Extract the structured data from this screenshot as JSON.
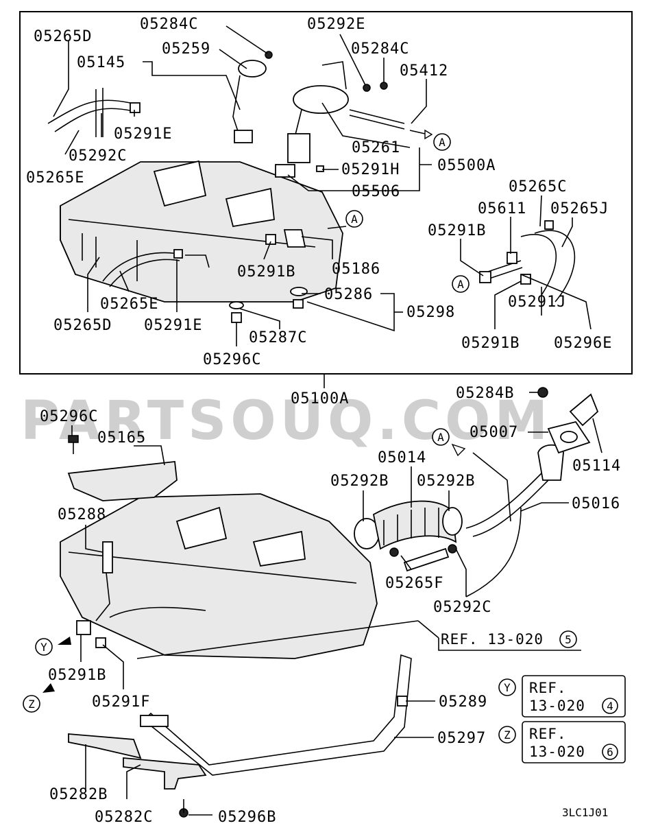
{
  "watermark": "PARTSOUQ.COM",
  "diagram_code": "3LC1J01",
  "assembly_label": "05100A",
  "labels": {
    "l05265D_a": "05265D",
    "l05145": "05145",
    "l05259": "05259",
    "l05284C_a": "05284C",
    "l05292E": "05292E",
    "l05284C_b": "05284C",
    "l05412": "05412",
    "l05291E_a": "05291E",
    "l05292C_a": "05292C",
    "l05265E_a": "05265E",
    "l05261": "05261",
    "l05291H": "05291H",
    "l05500A": "05500A",
    "l05506": "05506",
    "l05265C": "05265C",
    "l05611": "05611",
    "l05265J": "05265J",
    "l05291B_a": "05291B",
    "l05291B_b": "05291B",
    "l05186": "05186",
    "l05265E_b": "05265E",
    "l05286": "05286",
    "l05298": "05298",
    "l05265D_b": "05265D",
    "l05291E_b": "05291E",
    "l05287C": "05287C",
    "l05296C_a": "05296C",
    "l05291J": "05291J",
    "l05291B_c": "05291B",
    "l05296E": "05296E",
    "l05284B": "05284B",
    "l05296C_b": "05296C",
    "l05165": "05165",
    "l05007": "05007",
    "l05114": "05114",
    "l05014": "05014",
    "l05292B_a": "05292B",
    "l05292B_b": "05292B",
    "l05016": "05016",
    "l05288": "05288",
    "l05265F": "05265F",
    "l05292C_b": "05292C",
    "l05291B_d": "05291B",
    "l05291F": "05291F",
    "l05289": "05289",
    "l05297": "05297",
    "l05282B": "05282B",
    "l05282C": "05282C",
    "l05296B": "05296B"
  },
  "markers": {
    "a1": "A",
    "a2": "A",
    "a3": "A",
    "a4": "A",
    "y1": "Y",
    "y2": "Y",
    "z1": "Z",
    "z2": "Z"
  },
  "references": {
    "ref5_text": "REF. 13-020",
    "ref5_num": "5",
    "refY_line1": "REF.",
    "refY_line2": "13-020",
    "refY_num": "4",
    "refZ_line1": "REF.",
    "refZ_line2": "13-020",
    "refZ_num": "6"
  }
}
